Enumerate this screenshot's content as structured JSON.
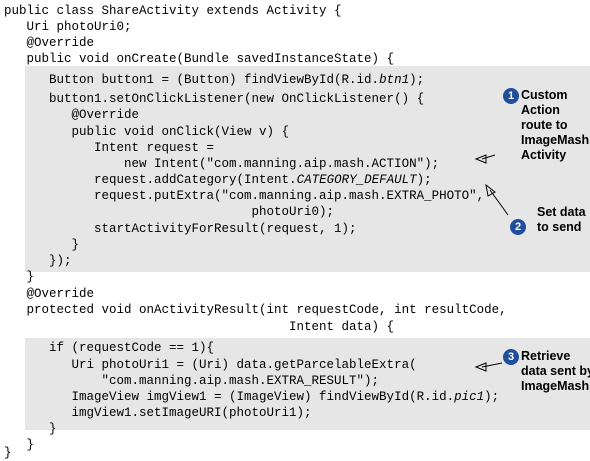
{
  "code_lines": [
    "public class ShareActivity extends Activity {",
    "   Uri photoUri0;",
    "   @Override",
    "   public void onCreate(Bundle savedInstanceState) {",
    "      Button button1 = (Button) findViewById(R.id.<i>btn1</i>);",
    "      button1.setOnClickListener(new OnClickListener() {",
    "         @Override",
    "         public void onClick(View v) {",
    "            Intent request =",
    "                new Intent(\"com.manning.aip.mash.ACTION\");",
    "            request.addCategory(Intent.<i>CATEGORY_DEFAULT</i>);",
    "            request.putExtra(\"com.manning.aip.mash.EXTRA_PHOTO\",",
    "                                 photoUri0);",
    "            startActivityForResult(request, 1);",
    "         }",
    "      });",
    "   }",
    "   @Override",
    "   protected void onActivityResult(int requestCode, int resultCode,",
    "                                      Intent data) {",
    "      if (requestCode == 1){",
    "         Uri photoUri1 = (Uri) data.getParcelableExtra(",
    "             \"com.manning.aip.mash.EXTRA_RESULT\");",
    "         ImageView imgView1 = (ImageView) findViewById(R.id.<i>pic1</i>);",
    "         imgView1.setImageURI(photoUri1);",
    "      }",
    "   }",
    "}"
  ],
  "callouts": [
    {
      "number": "1",
      "label": "Custom\nAction\nroute to\nImageMash\nActivity"
    },
    {
      "number": "2",
      "label": "Set data\nto send"
    },
    {
      "number": "3",
      "label": "Retrieve\ndata sent by\nImageMash"
    }
  ],
  "colors": {
    "badge": "#1f4e9c",
    "shade": "#e6e6e6",
    "text": "#000000"
  }
}
